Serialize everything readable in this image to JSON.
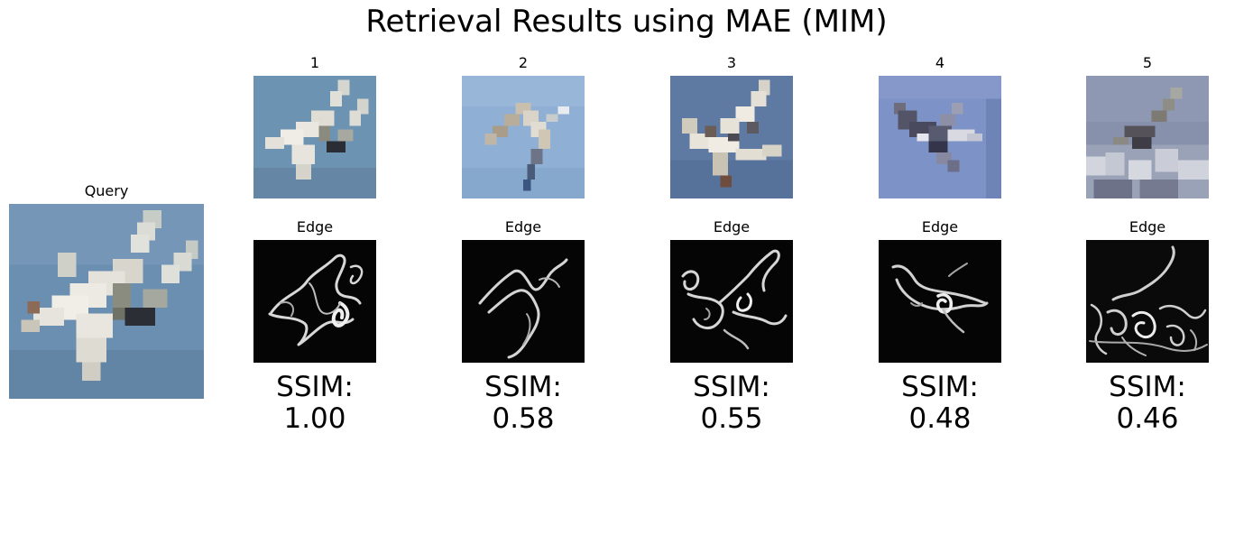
{
  "title": "Retrieval Results using MAE (MIM)",
  "query": {
    "label": "Query",
    "image": "query-airplane-image"
  },
  "results": [
    {
      "rank_label": "1",
      "edge_label": "Edge",
      "ssim_label": "SSIM:",
      "ssim_value": "1.00",
      "image": "retrieved-airplane-image",
      "edge_image": "edge-map-image"
    },
    {
      "rank_label": "2",
      "edge_label": "Edge",
      "ssim_label": "SSIM:",
      "ssim_value": "0.58",
      "image": "retrieved-bird-image",
      "edge_image": "edge-map-image"
    },
    {
      "rank_label": "3",
      "edge_label": "Edge",
      "ssim_label": "SSIM:",
      "ssim_value": "0.55",
      "image": "retrieved-airplane-image",
      "edge_image": "edge-map-image"
    },
    {
      "rank_label": "4",
      "edge_label": "Edge",
      "ssim_label": "SSIM:",
      "ssim_value": "0.48",
      "image": "retrieved-airplane-image",
      "edge_image": "edge-map-image"
    },
    {
      "rank_label": "5",
      "edge_label": "Edge",
      "ssim_label": "SSIM:",
      "ssim_value": "0.46",
      "image": "retrieved-airplane-image",
      "edge_image": "edge-map-image"
    }
  ]
}
